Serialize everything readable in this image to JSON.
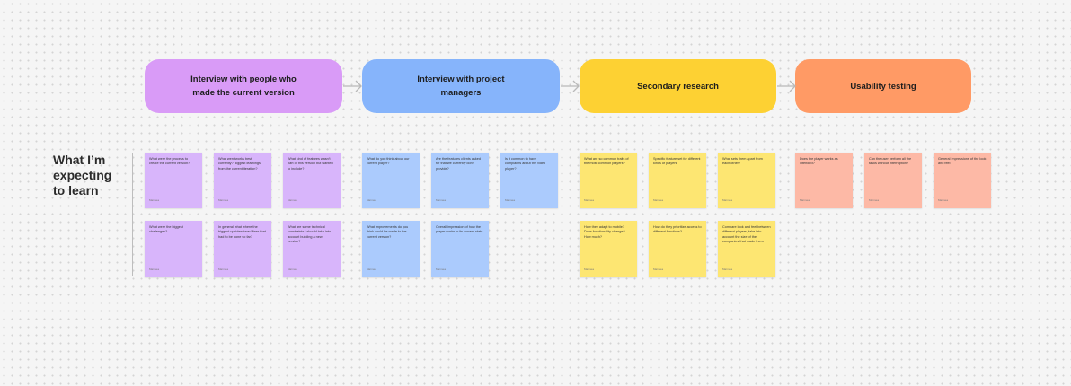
{
  "stages": [
    {
      "label": "Interview with people who made the current version",
      "color": "#d99bf7"
    },
    {
      "label": "Interview with project managers",
      "color": "#86b4fb"
    },
    {
      "label": "Secondary research",
      "color": "#fdd133"
    },
    {
      "label": "Usability testing",
      "color": "#ff9a65"
    }
  ],
  "row_label": "What I’m expecting to learn",
  "arrow_icon": "arrow-right-icon",
  "notes": {
    "interview_makers": [
      {
        "text": "What were the process to create the current version?",
        "author": "Marmea"
      },
      {
        "text": "What went works best currently? Biggest learnings from the current iteration?",
        "author": "Marmea"
      },
      {
        "text": "What kind of features wasn't part of this version but wanted to include?",
        "author": "Marmea"
      },
      {
        "text": "What were the biggest challenges?",
        "author": "Marmea"
      },
      {
        "text": "In general what where the biggest upsidesdown/ fixes that had to be done so far?",
        "author": "Marmea"
      },
      {
        "text": "What are some technical constraints I should take into account building a new version?",
        "author": "Marmea"
      }
    ],
    "interview_managers": [
      {
        "text": "What do you think about our current player?",
        "author": "Marmea"
      },
      {
        "text": "Are the features clients asked for that we currently don't provide?",
        "author": "Marmea"
      },
      {
        "text": "Is it common to have complaints about the video player?",
        "author": "Marmea"
      },
      {
        "text": "What improvements do you think could be made to the current version?",
        "author": "Marmea"
      },
      {
        "text": "Overall impression of how the player works in its current state",
        "author": "Marmea"
      }
    ],
    "secondary_research": [
      {
        "text": "What are so common traits of the most common players?",
        "author": "Marmea"
      },
      {
        "text": "Specific feature set for different kinds of players",
        "author": "Marmea"
      },
      {
        "text": "What sets them apart from each other?",
        "author": "Marmea"
      },
      {
        "text": "How they adapt to mobile? Does functionality change? How much?",
        "author": "Marmea"
      },
      {
        "text": "How do they prioritize access to different functions?",
        "author": "Marmea"
      },
      {
        "text": "Compare look and feel between different players, take into account the size of the companies that made them",
        "author": "Marmea"
      }
    ],
    "usability_testing": [
      {
        "text": "Does the player works as intended?",
        "author": "Marmea"
      },
      {
        "text": "Can the user perform all the tasks without interruption?",
        "author": "Marmea"
      },
      {
        "text": "General impressions of the look and feel",
        "author": "Marmea"
      }
    ]
  }
}
